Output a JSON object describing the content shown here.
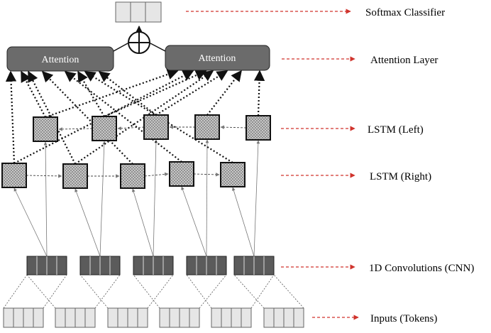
{
  "diagram": {
    "attention_left_label": "Attention",
    "attention_right_label": "Attention",
    "combine_symbol": "⊕",
    "labels": {
      "softmax": "Softmax Classifier",
      "attention_layer": "Attention Layer",
      "lstm_left": "LSTM (Left)",
      "lstm_right": "LSTM (Right)",
      "cnn": "1D Convolutions  (CNN)",
      "inputs": "Inputs (Tokens)"
    },
    "colors": {
      "attention_fill": "#6b6b6b",
      "cnn_fill": "#5b5b5b",
      "input_fill": "#e6e6e6",
      "lstm_fill": "#c8c8c8",
      "pointer_arrow": "#d0332c"
    }
  }
}
